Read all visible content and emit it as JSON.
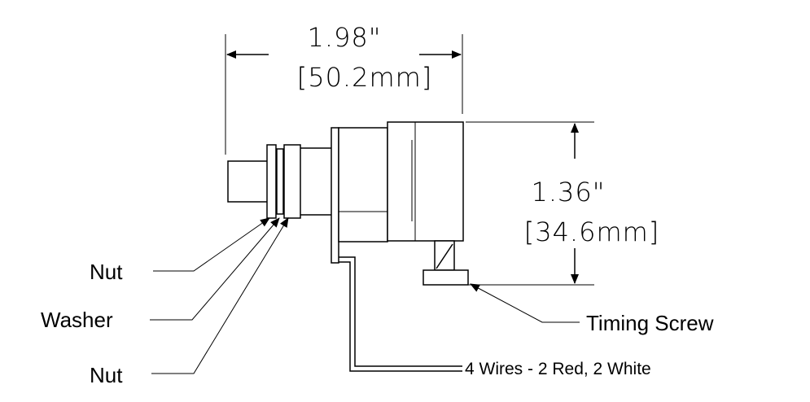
{
  "dimensions": {
    "width": {
      "inches": "1.98\"",
      "mm": "[50.2mm]"
    },
    "height": {
      "inches": "1.36\"",
      "mm": "[34.6mm]"
    }
  },
  "callouts": {
    "nut_top": "Nut",
    "washer": "Washer",
    "nut_bottom": "Nut",
    "timing_screw": "Timing Screw",
    "wires": "4 Wires - 2 Red, 2 White"
  }
}
